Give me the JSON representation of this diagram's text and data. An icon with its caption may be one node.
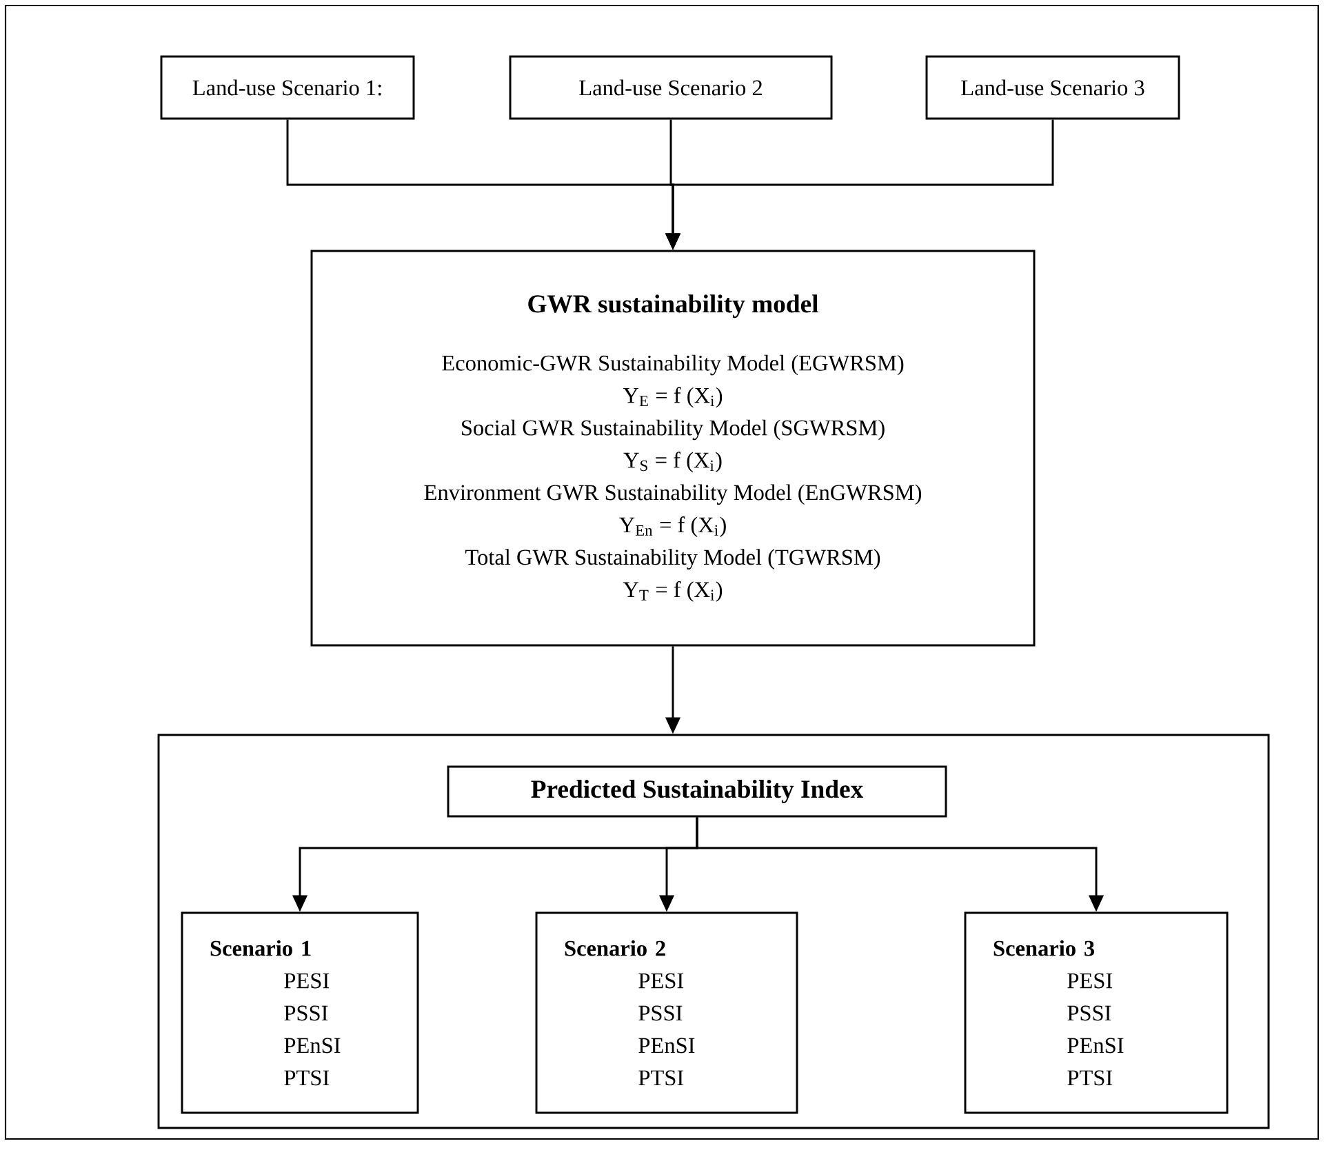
{
  "diagram": {
    "nodes": [
      {
        "text": [
          "Land-use Scenario 1:"
        ]
      },
      {
        "text": [
          "Land-use Scenario 2"
        ]
      },
      {
        "text": [
          "Land-use Scenario 3"
        ]
      },
      {
        "text": [
          "GWR sustainability model",
          "Economic-GWR Sustainability Model (EGWRSM)",
          "Y$_{E}$ = f (X$_{i}$)",
          "Social GWR Sustainability Model (SGWRSM)",
          "Y$_{S}$ = f (X$_{i}$)",
          "Environment GWR Sustainability Model (EnGWRSM)",
          "Y$_{En}$ = f (X$_{i}$)",
          "Total GWR Sustainability Model (TGWRSM)",
          "Y$_{T}$ = f (X$_{i}$)"
        ]
      },
      {
        "text": [],
        "shape": "box"
      },
      {
        "text": [
          "Predicted Sustainability Index"
        ],
        "in": 4
      },
      {
        "text": [
          "Scenario 1",
          "PESI",
          "PSSI",
          "PEnSI",
          "PTSI"
        ],
        "in": 4
      },
      {
        "text": [
          "Scenario 2",
          "PESI",
          "PSSI",
          "PEnSI",
          "PTSI"
        ],
        "in": 4
      },
      {
        "text": [
          "Scenario 3",
          "PESI",
          "PSSI",
          "PEnSI",
          "PTSI"
        ],
        "in": 4
      }
    ],
    "edges": [
      {
        "from": 0,
        "to": 3,
        "arrow": "to"
      },
      {
        "from": 1,
        "to": 3,
        "arrow": "to"
      },
      {
        "from": 2,
        "to": 3,
        "arrow": "to"
      },
      {
        "from": 3,
        "to": 4,
        "arrow": "to"
      },
      {
        "from": 5,
        "to": 6,
        "arrow": "to"
      },
      {
        "from": 5,
        "to": 7,
        "arrow": "to"
      },
      {
        "from": 5,
        "to": 8,
        "arrow": "to"
      }
    ]
  }
}
